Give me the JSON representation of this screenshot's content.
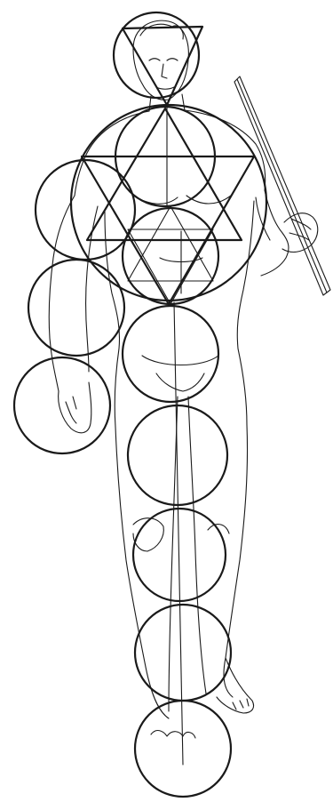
{
  "illustration": {
    "subject": "figure-with-staff",
    "stroke_color": "#1a1a1a",
    "background": "#ffffff",
    "circle_count": 12,
    "stars": [
      "head-triangle",
      "chest-hexagram",
      "abdomen-hexagram"
    ]
  }
}
